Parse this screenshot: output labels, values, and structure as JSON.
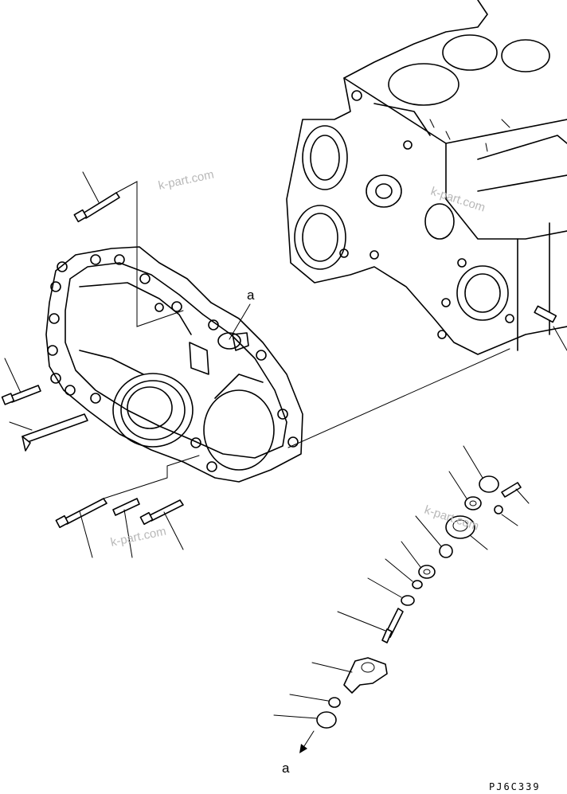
{
  "diagram": {
    "callout_top": "a",
    "callout_bottom": "a",
    "drawing_code": "PJ6C339",
    "watermarks": [
      "k-part.com",
      "k-part.com",
      "k-part.com",
      "k-part.com"
    ]
  }
}
